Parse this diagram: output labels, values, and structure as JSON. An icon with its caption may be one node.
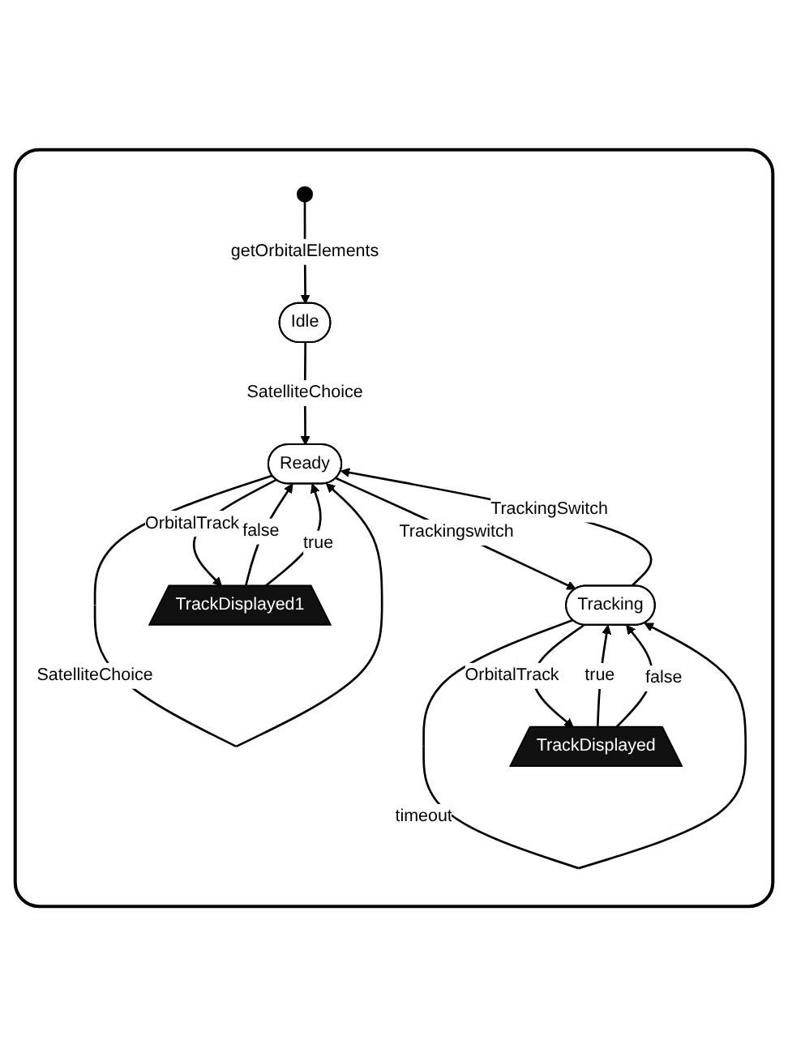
{
  "diagram": {
    "nodes": [
      {
        "text": [],
        "shape": "box"
      },
      {
        "text": [],
        "shape": "circle",
        "in": 0
      },
      {
        "text": [
          "Idle"
        ],
        "in": 0
      },
      {
        "text": [
          "Ready"
        ],
        "in": 0
      },
      {
        "text": [
          "TrackDisplayed1"
        ],
        "in": 0
      },
      {
        "text": [
          "Tracking"
        ],
        "in": 0
      },
      {
        "text": [
          "TrackDisplayed"
        ],
        "in": 0
      }
    ],
    "edges": [
      {
        "from": 1,
        "to": 2,
        "arrow": "to",
        "label": "getOrbitalElements"
      },
      {
        "from": 2,
        "to": 3,
        "arrow": "to",
        "label": "SatelliteChoice"
      },
      {
        "from": 3,
        "to": 3,
        "arrow": "to",
        "label": "SatelliteChoice"
      },
      {
        "from": 3,
        "to": 4,
        "arrow": "to",
        "label": "OrbitalTrack"
      },
      {
        "from": 4,
        "to": 3,
        "arrow": "to",
        "label": "false"
      },
      {
        "from": 4,
        "to": 3,
        "arrow": "to",
        "label": "true"
      },
      {
        "from": 5,
        "to": 3,
        "arrow": "to",
        "label": "TrackingSwitch"
      },
      {
        "from": 3,
        "to": 5,
        "arrow": "to",
        "label": "Trackingswitch"
      },
      {
        "from": 5,
        "to": 5,
        "arrow": "to",
        "label": "timeout"
      },
      {
        "from": 5,
        "to": 6,
        "arrow": "to",
        "label": "OrbitalTrack"
      },
      {
        "from": 6,
        "to": 5,
        "arrow": "to",
        "label": "true"
      },
      {
        "from": 6,
        "to": 5,
        "arrow": "to",
        "label": "false"
      }
    ]
  }
}
